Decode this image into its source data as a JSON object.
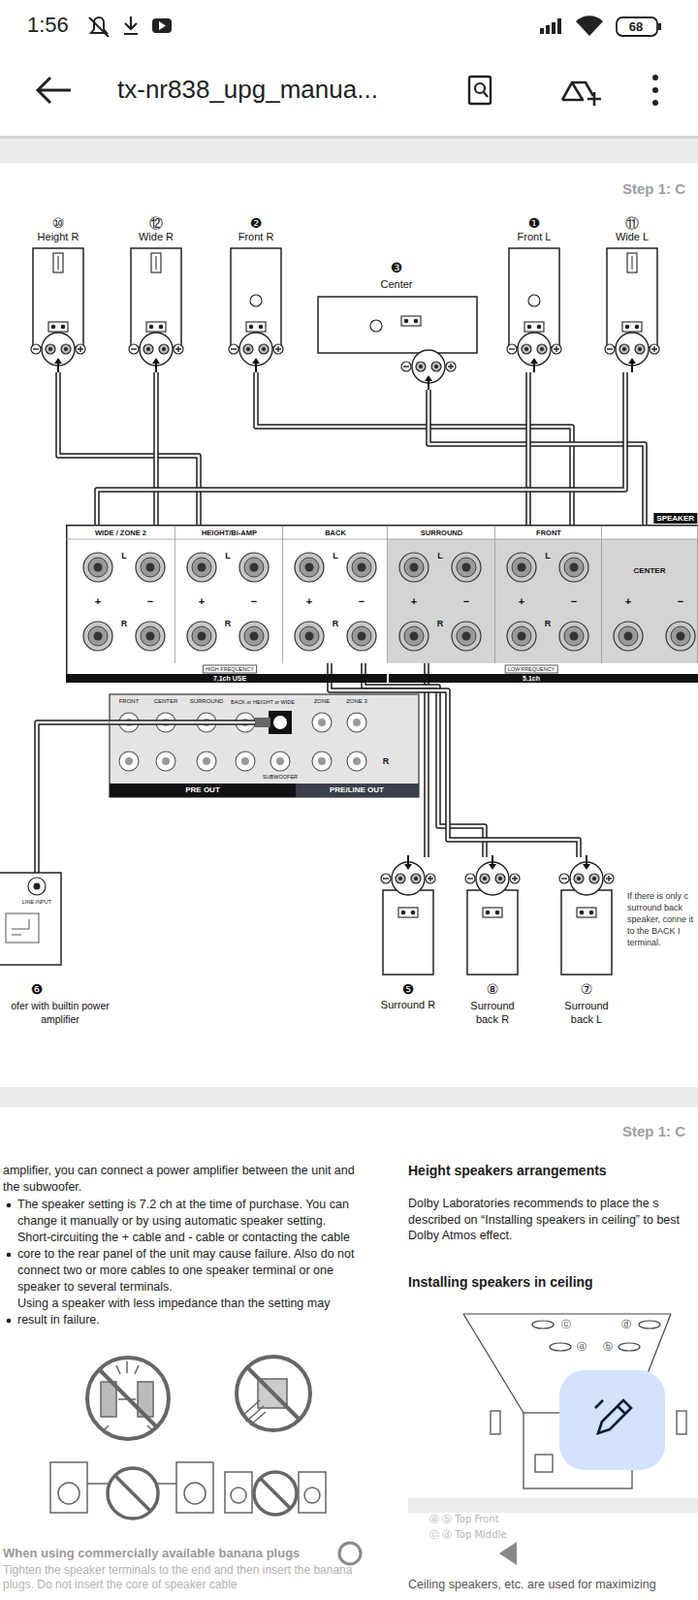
{
  "diagram": {
    "nodes": [
      {
        "text": [
          "Height R"
        ]
      },
      {
        "text": [
          "Wide R"
        ]
      },
      {
        "text": [
          "Front R"
        ]
      },
      {
        "text": [
          "Center"
        ]
      },
      {
        "text": [
          "Front L"
        ]
      },
      {
        "text": [
          "Wide L"
        ]
      },
      {
        "text": [
          "SPEAKER"
        ]
      },
      {
        "text": [
          "WIDE / ZONE 2"
        ],
        "in": 6
      },
      {
        "text": [
          "HEIGHT/Bi-AMP"
        ],
        "in": 6
      },
      {
        "text": [
          "BACK"
        ],
        "in": 6
      },
      {
        "text": [
          "SURROUND"
        ],
        "in": 6
      },
      {
        "text": [
          "FRONT"
        ],
        "in": 6
      },
      {
        "text": [
          "CENTER"
        ],
        "in": 6
      },
      {
        "text": [
          "PRE OUT",
          "PRE/LINE OUT"
        ]
      },
      {
        "text": [
          "LINE INPUT",
          "ofer with builtin power amplifier"
        ]
      },
      {
        "text": [
          "Surround R"
        ]
      },
      {
        "text": [
          "Surround back R"
        ]
      },
      {
        "text": [
          "Surround back L"
        ]
      }
    ],
    "edges": [
      {
        "from": 0,
        "to": 8,
        "arrow": "none"
      },
      {
        "from": 1,
        "to": 7,
        "arrow": "none"
      },
      {
        "from": 2,
        "to": 11,
        "arrow": "none"
      },
      {
        "from": 3,
        "to": 12,
        "arrow": "none"
      },
      {
        "from": 4,
        "to": 11,
        "arrow": "none"
      },
      {
        "from": 5,
        "to": 7,
        "arrow": "none"
      },
      {
        "from": 14,
        "to": 13,
        "arrow": "none"
      },
      {
        "from": 15,
        "to": 10,
        "arrow": "none"
      },
      {
        "from": 16,
        "to": 9,
        "arrow": "none"
      },
      {
        "from": 17,
        "to": 9,
        "arrow": "none"
      }
    ],
    "labels": [
      "1:56",
      "68",
      "tx-nr838_upg_manua...",
      "Step 1: C",
      "⑩",
      "⑫",
      "❷",
      "❸",
      "❶",
      "⑪",
      "L",
      "R",
      "+",
      "−",
      "L",
      "R",
      "+",
      "−",
      "L",
      "R",
      "+",
      "−",
      "L",
      "R",
      "+",
      "−",
      "L",
      "R",
      "+",
      "−",
      "+",
      "−",
      "HIGH FREQUENCY",
      "7.1ch USE",
      "LOW FREQUENCY",
      "5.1ch",
      "FRONT",
      "CENTER",
      "SURROUND",
      "BACK or HEIGHT or WIDE",
      "ZONE",
      "ZONE 3",
      "SUBWOOFER",
      "R",
      "❻",
      "❺",
      "⑧",
      "⑦",
      "If there is only c surround back speaker, conne it to the BACK I terminal.",
      "Step 1: C",
      "amplifier, you can connect a power amplifier between the unit and the subwoofer.",
      "The speaker setting is 7.2 ch at the time of purchase. You can change it manually or by using automatic speaker setting.",
      "Short-circuiting the + cable and - cable or contacting the cable core to the rear panel of the unit may cause failure. Also do not connect two or more cables to one speaker terminal or one speaker to several terminals.",
      "Using a speaker with less impedance than the setting may result in failure.",
      "When using commercially available banana plugs",
      "Tighten the speaker terminals to the end and then insert the banana plugs. Do not insert the core of speaker cable",
      "Height speakers arrangements",
      "Dolby Laboratories recommends to place the s described on “Installing speakers in ceiling” to best Dolby Atmos effect.",
      "Installing speakers in ceiling",
      "ⓒ",
      "ⓓ",
      "ⓐ",
      "ⓑ",
      "ⓐ ⓑ Top Front",
      "ⓒ ⓓ Top Middle",
      "Ceiling speakers, etc. are used for maximizing"
    ]
  }
}
